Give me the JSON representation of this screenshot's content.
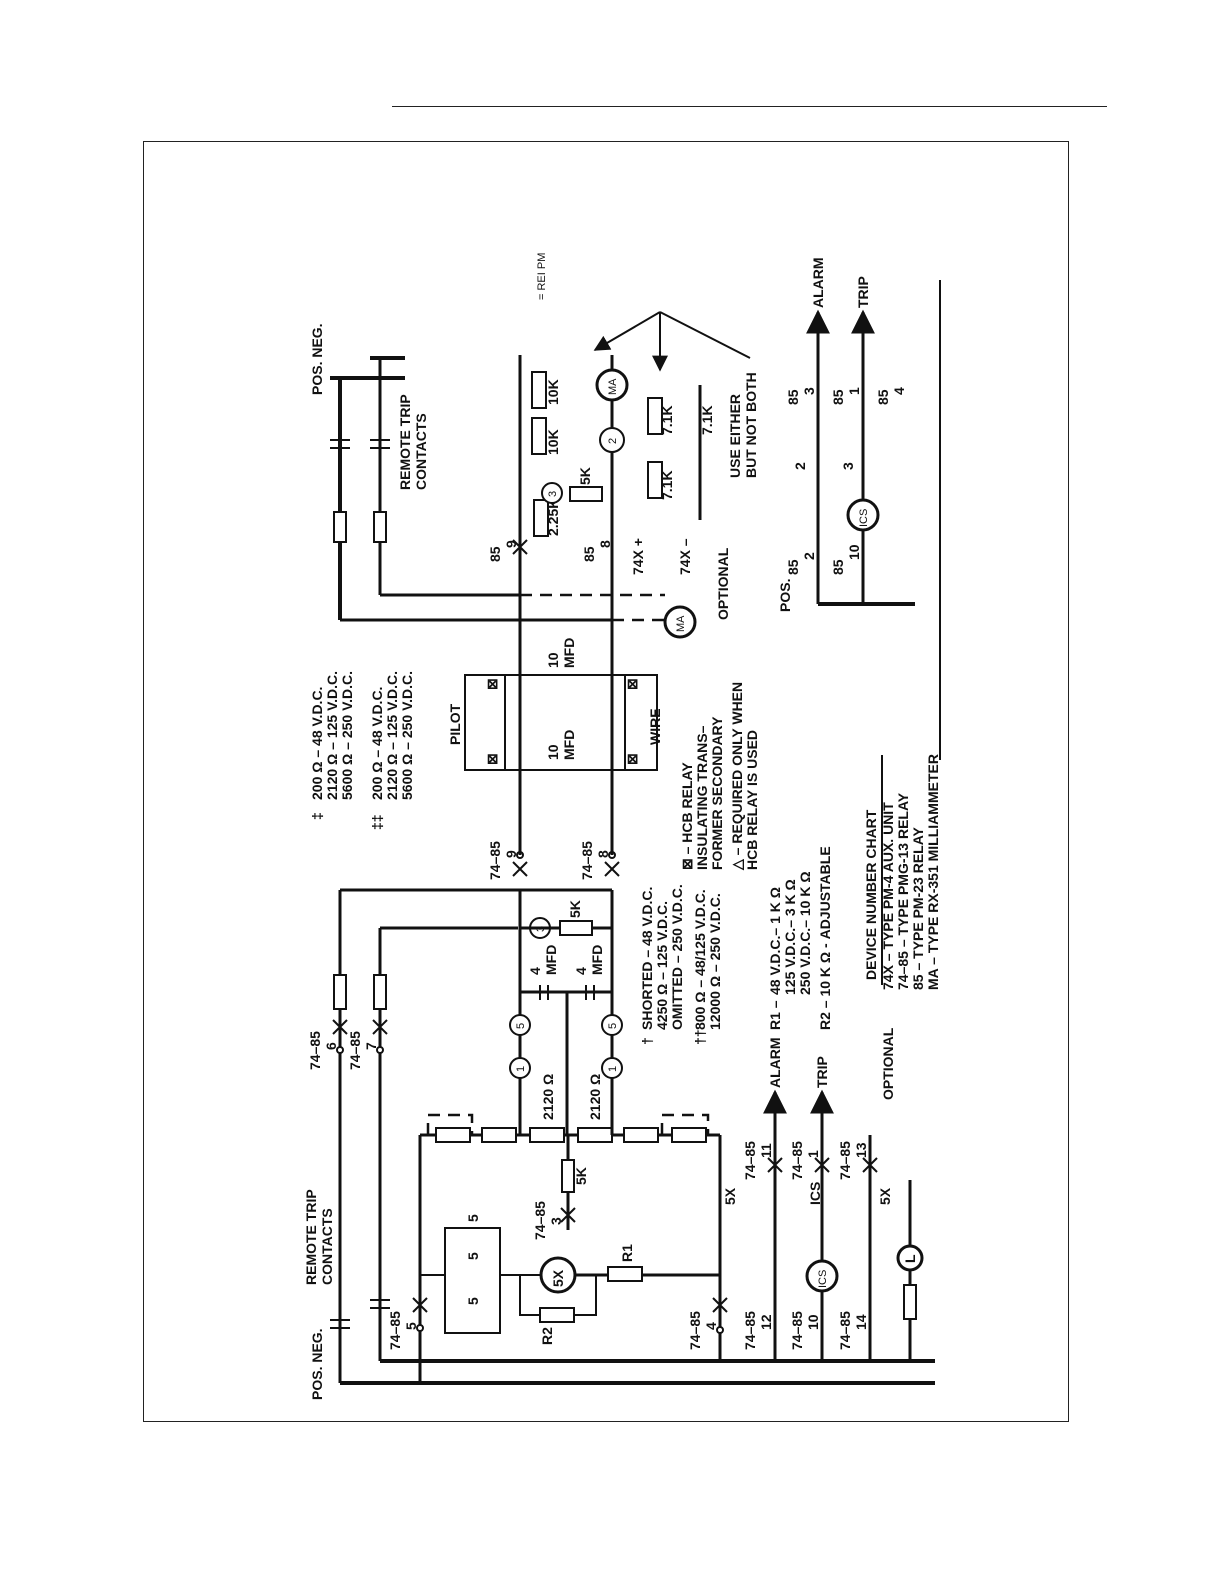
{
  "buses": {
    "left": "POS. NEG.",
    "right": "POS. NEG.",
    "pos_small": "POS."
  },
  "labels": {
    "remote_trip_left": [
      "REMOTE TRIP",
      "CONTACTS"
    ],
    "remote_trip_right": [
      "REMOTE TRIP",
      "CONTACTS"
    ],
    "pilot": "PILOT",
    "wire": "WIRE",
    "optional_ma": "OPTIONAL",
    "optional_bottom": "OPTIONAL",
    "use_either": [
      "USE EITHER",
      "BUT NOT BOTH"
    ],
    "alarm": "ALARM",
    "trip": "TRIP",
    "rei_pm": "= REI PM"
  },
  "components": {
    "r2120_upper": "2120 Ω",
    "r2120_lower": "2120 Ω",
    "r5k_mid": "5K",
    "r5k_left": "5K",
    "r5k_right": "5K",
    "r225k": "2.25K",
    "r10k_a": "10K",
    "r10k_b": "10K",
    "r71k_a": "7.1K",
    "r71k_b": "7.1K",
    "r71k_c": "7.1K",
    "cap4_a": [
      "4",
      "MFD"
    ],
    "cap4_b": [
      "4",
      "MFD"
    ],
    "cap10_a": [
      "10",
      "MFD"
    ],
    "cap10_b": [
      "10",
      "MFD"
    ],
    "cap5": "5",
    "coil_5x": "5X",
    "coil_ics": "ICS",
    "coil_ics_right": "ICS",
    "coil_ma": "MA",
    "coil_ma_opt": "MA",
    "lamp": "L",
    "r1": "R1",
    "r2": "R2",
    "c1": "1",
    "c2": "2",
    "c3": "3",
    "c5": "5",
    "contact_5x": "5X",
    "contact_ics": "ICS"
  },
  "contacts": {
    "c74_85_3": [
      "74–85",
      "3"
    ],
    "c74_85_4": [
      "74–85",
      "4"
    ],
    "c74_85_5": [
      "74–85",
      "5"
    ],
    "c74_85_6": [
      "74–85",
      "6"
    ],
    "c74_85_7": [
      "74–85",
      "7"
    ],
    "c74_85_8": [
      "74–85",
      "8"
    ],
    "c74_85_9": [
      "74–85",
      "9"
    ],
    "c74_85_10": [
      "74–85",
      "10"
    ],
    "c74_85_11": [
      "74–85",
      "11"
    ],
    "c74_85_12": [
      "74–85",
      "12"
    ],
    "c74_85_13": [
      "74–85",
      "13"
    ],
    "c74_85_14": [
      "74–85",
      "14"
    ],
    "c74_85_1": [
      "74–85",
      "1"
    ],
    "c85_9": [
      "85",
      "9"
    ],
    "c85_8": [
      "85",
      "8"
    ],
    "c85_2": [
      "85",
      "2"
    ],
    "c85_3": [
      "85",
      "3"
    ],
    "c85_10": [
      "85",
      "10"
    ],
    "c85_1": [
      "85",
      "1"
    ],
    "c85_4": [
      "85",
      "4"
    ],
    "c74x_plus": "74X +",
    "c74x_minus": "74X –"
  },
  "legend_dagger": {
    "symbol": "†",
    "lines": [
      "SHORTED – 48 V.D.C.",
      "4250 Ω – 125 V.D.C.",
      "OMITTED – 250 V.D.C."
    ]
  },
  "legend_ddagger": {
    "symbol": "††",
    "lines": [
      "800 Ω – 48/125 V.D.C.",
      "12000 Ω – 250 V.D.C."
    ]
  },
  "legend_cross": {
    "symbol": "‡",
    "lines": [
      "200 Ω – 48 V.D.C.",
      "2120 Ω – 125 V.D.C.",
      "5600 Ω – 250 V.D.C."
    ]
  },
  "legend_dcross": {
    "symbol": "‡‡",
    "lines": [
      "200 Ω – 48 V.D.C.",
      "2120 Ω – 125 V.D.C.",
      "5600 Ω – 250 V.D.C."
    ]
  },
  "legend_r1": {
    "label": "R1 –",
    "lines": [
      "48 V.D.C.– 1 K Ω",
      "125 V.D.C.– 3 K Ω",
      "250 V.D.C.– 10 K Ω"
    ]
  },
  "legend_r2": "R2 – 10 K Ω - ADJUSTABLE",
  "legend_hcb": [
    "⊠ – HCB RELAY",
    "INSULATING TRANS–",
    "FORMER SECONDARY"
  ],
  "legend_req": [
    "△ – REQUIRED ONLY WHEN",
    "HCB RELAY IS USED"
  ],
  "device_chart": {
    "title": "DEVICE NUMBER CHART",
    "rows": [
      "74X – TYPE PM-4 AUX. UNIT",
      "74–85 – TYPE PMG-13 RELAY",
      "85 – TYPE PM-23 RELAY",
      "MA – TYPE RX-351 MILLIAMMETER"
    ]
  }
}
